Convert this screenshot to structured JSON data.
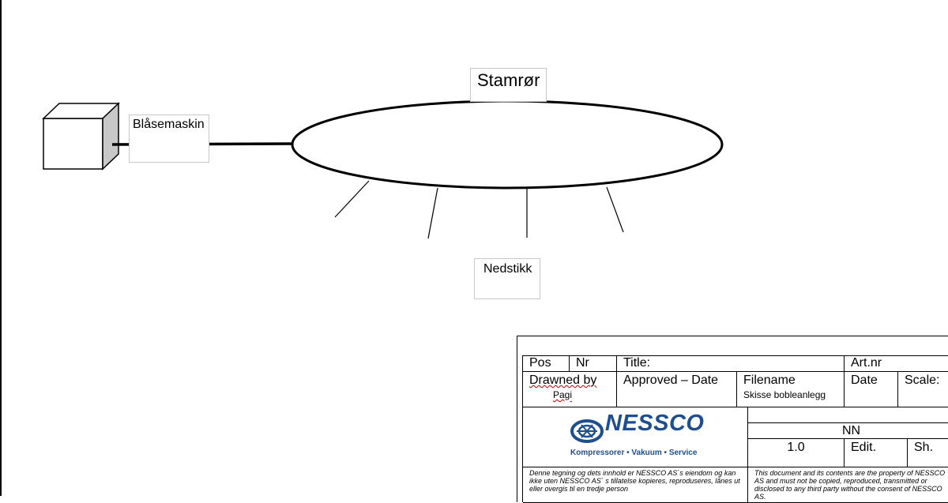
{
  "diagram": {
    "labels": {
      "blower": "Blåsemaskin",
      "main_pipe": "Stamrør",
      "drop_pipes": "Nedstikk"
    }
  },
  "title_block": {
    "pos": "Pos",
    "nr": "Nr",
    "title": "Title:",
    "art_nr": "Art.nr",
    "drawn_by_label": "Drawned by",
    "drawn_by_value": "Pagi",
    "approved_date": "Approved – Date",
    "filename_label": "Filename",
    "filename_value": "Skisse bobleanlegg",
    "date": "Date",
    "scale": "Scale:",
    "company": "NESSCO",
    "tagline": "Kompressorer • Vakuum • Service",
    "nn": "NN",
    "version": "1.0",
    "edit": "Edit.",
    "sheet": "Sh.",
    "disclaimer_no": "Denne tegning og dets innhold er NESSCO AS`s eiendom og kan ikke uten NESSCO AS` s tillatelse kopieres, reproduseres, lånes ut eller overgis til en tredje person",
    "disclaimer_en": "This document and its contents are the property of NESSCO AS and must not be copied, reproduced, transmitted or disclosed to any third party without the consent of NESSCO AS."
  },
  "colors": {
    "brand": "#1f4e8f",
    "line": "#000000"
  }
}
